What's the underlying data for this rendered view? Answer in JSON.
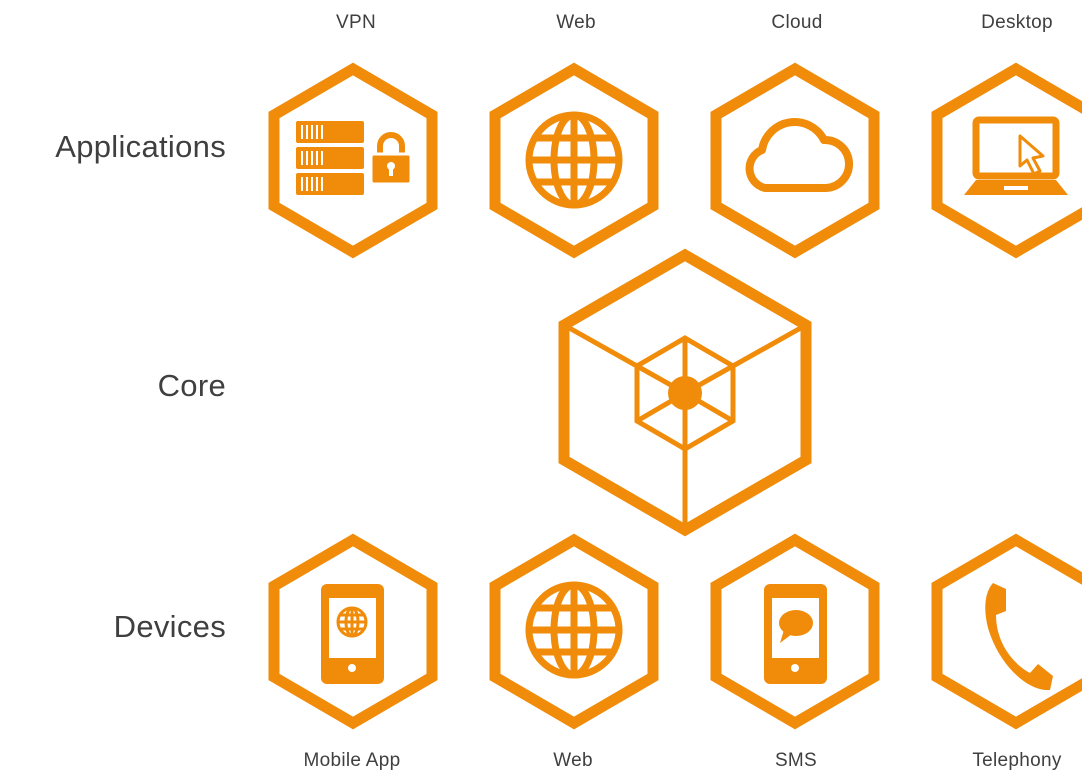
{
  "colors": {
    "accent": "#F08C0A",
    "text": "#3f3f3f",
    "background": "#ffffff"
  },
  "rows": {
    "applications": "Applications",
    "core": "Core",
    "devices": "Devices"
  },
  "applications": [
    {
      "label": "VPN",
      "icon": "vpn-server-lock-icon"
    },
    {
      "label": "Web",
      "icon": "globe-icon"
    },
    {
      "label": "Cloud",
      "icon": "cloud-icon"
    },
    {
      "label": "Desktop",
      "icon": "laptop-cursor-icon"
    }
  ],
  "core": {
    "icon": "core-cube-icon"
  },
  "devices": [
    {
      "label": "Mobile App",
      "icon": "phone-globe-icon"
    },
    {
      "label": "Web",
      "icon": "globe-icon"
    },
    {
      "label": "SMS",
      "icon": "phone-chat-icon"
    },
    {
      "label": "Telephony",
      "icon": "telephone-handset-icon"
    }
  ]
}
